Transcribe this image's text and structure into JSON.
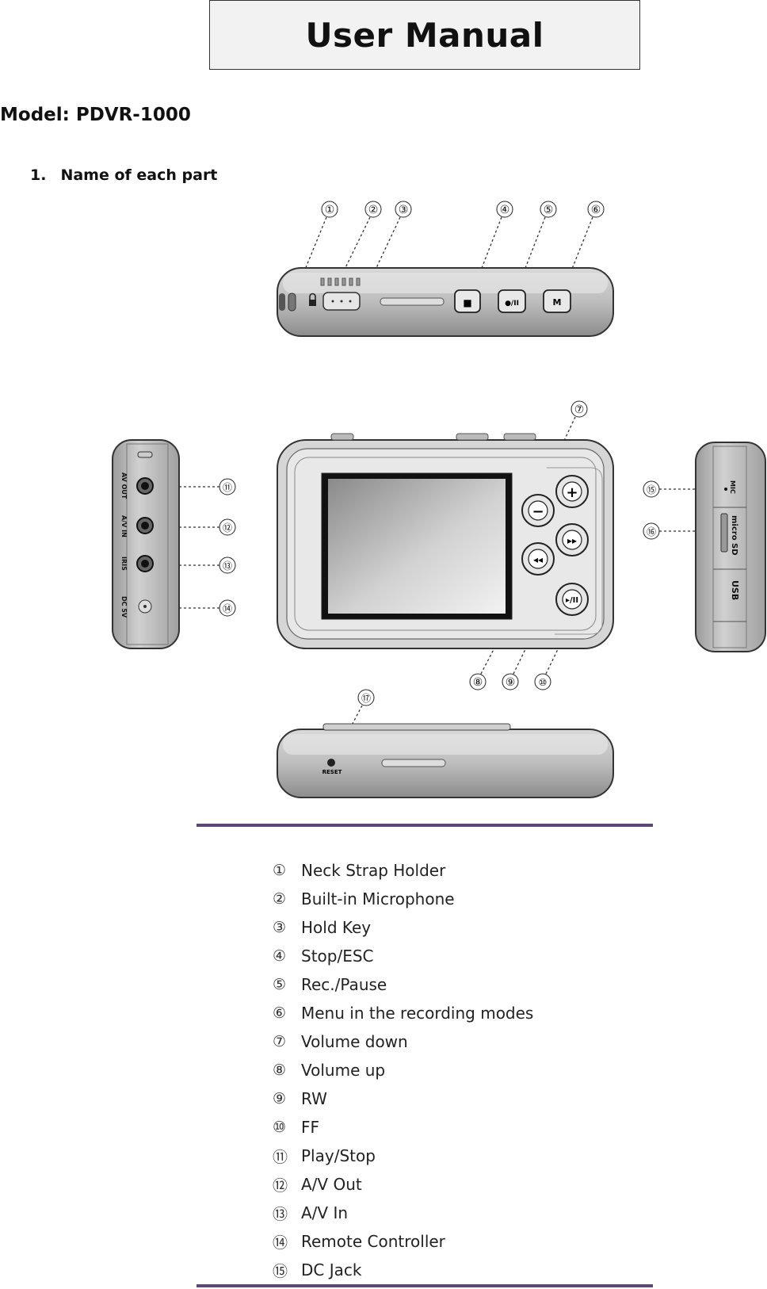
{
  "header": {
    "title": "User Manual"
  },
  "model_line": "Model: PDVR-1000",
  "section": {
    "number": "1.",
    "title": "Name of each part"
  },
  "figure": {
    "callouts": [
      "①",
      "②",
      "③",
      "④",
      "⑤",
      "⑥",
      "⑦",
      "⑧",
      "⑨",
      "⑩",
      "⑪",
      "⑫",
      "⑬",
      "⑭",
      "⑮",
      "⑯",
      "⑰"
    ],
    "button_marks": {
      "stop": "■",
      "rec_pause": "●/II",
      "menu": "M",
      "minus": "−",
      "plus": "+",
      "rw": "◂◂",
      "ff": "▸▸",
      "play": "▸/II"
    },
    "left_side_labels": [
      "AV OUT",
      "A/V IN",
      "IRIS",
      "DC 5V"
    ],
    "right_side_labels": [
      "MIC",
      "micro SD",
      "USB"
    ],
    "bottom_label": "RESET"
  },
  "parts": [
    {
      "mark": "①",
      "label": "Neck Strap Holder"
    },
    {
      "mark": "②",
      "label": "Built-in Microphone"
    },
    {
      "mark": "③",
      "label": "Hold Key"
    },
    {
      "mark": "④",
      "label": "Stop/ESC"
    },
    {
      "mark": "⑤",
      "label": "Rec./Pause"
    },
    {
      "mark": "⑥",
      "label": "Menu in the recording modes"
    },
    {
      "mark": "⑦",
      "label": "Volume down"
    },
    {
      "mark": "⑧",
      "label": "Volume up"
    },
    {
      "mark": "⑨",
      "label": "RW"
    },
    {
      "mark": "⑩",
      "label": "FF"
    },
    {
      "mark": "⑪",
      "label": "Play/Stop"
    },
    {
      "mark": "⑫",
      "label": "A/V Out"
    },
    {
      "mark": "⑬",
      "label": "A/V In"
    },
    {
      "mark": "⑭",
      "label": "Remote Controller"
    },
    {
      "mark": "⑮",
      "label": "DC Jack"
    }
  ]
}
